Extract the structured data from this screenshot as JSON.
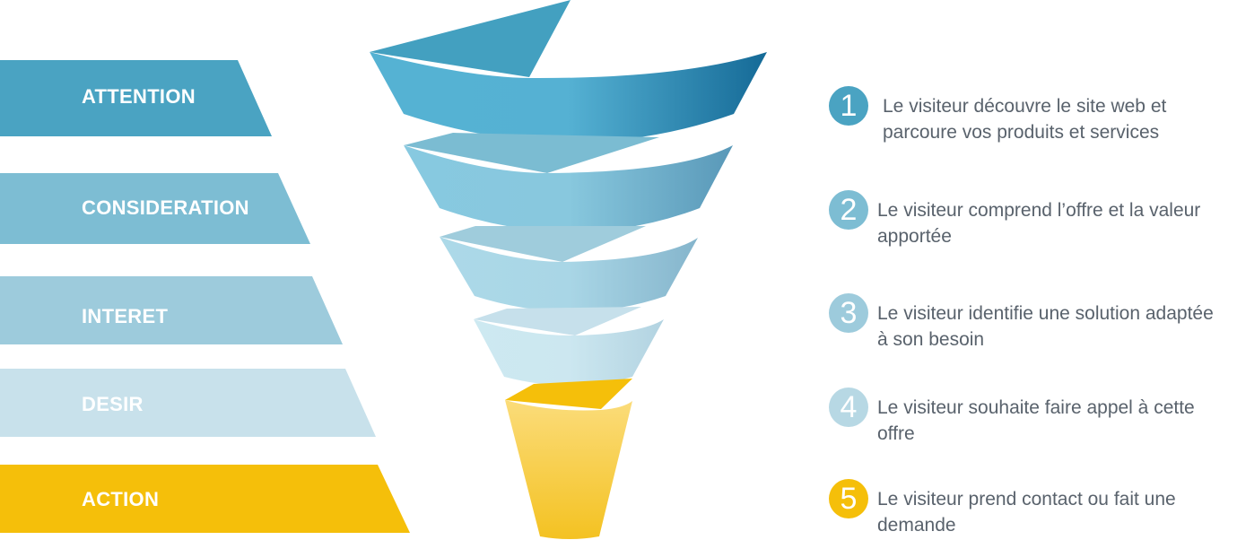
{
  "stages": [
    {
      "label": "ATTENTION",
      "color": "#4aa3c2",
      "number": "1",
      "description": "Le visiteur découvre le site web et parcoure vos produits et services"
    },
    {
      "label": "CONSIDERATION",
      "color": "#7dbdd3",
      "number": "2",
      "description": "Le visiteur comprend l’offre et la valeur apportée"
    },
    {
      "label": "INTERET",
      "color": "#9dcbdc",
      "number": "3",
      "description": "Le visiteur identifie une solution adaptée à son besoin"
    },
    {
      "label": "DESIR",
      "color": "#c8e1eb",
      "number": "4",
      "description": "Le visiteur souhaite faire appel à cette offre"
    },
    {
      "label": "ACTION",
      "color": "#f5bf0a",
      "number": "5",
      "description": "Le visiteur prend contact ou fait une demande"
    }
  ]
}
